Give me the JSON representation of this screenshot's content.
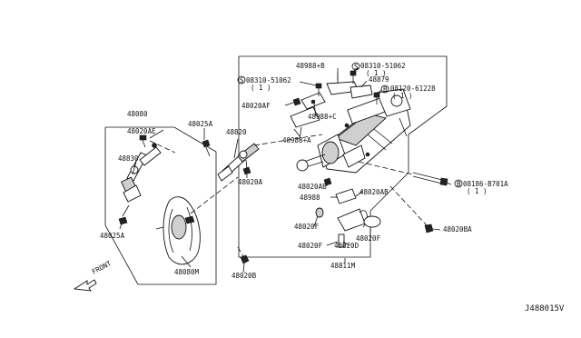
{
  "diagram_id": "J488015V",
  "front_label": "FRONT",
  "labels": {
    "p48080": "48080",
    "p48020AE": "48020AE",
    "p48830": "48830",
    "p48025A_left": "48025A",
    "p48025A_top": "48025A",
    "p48820": "48820",
    "p48020A": "48020A",
    "p48080M": "48080M",
    "p48020B": "48020B",
    "p48988B": "48988+B",
    "p08310_51062_a": "08310-51062",
    "p08310_51062_a_qty": "( 1 )",
    "p08310_51062_b": "08310-51062",
    "p08310_51062_b_qty": "( 1 )",
    "p48879": "48879",
    "p08120_61228": "08120-61228",
    "p08120_61228_qty": "( 1 )",
    "p48020AF": "48020AF",
    "p48988C": "48988+C",
    "p48988A": "48988+A",
    "p48020AB_a": "48020AB",
    "p48020AB_b": "48020AB",
    "p48988": "48988",
    "p48020F_a": "48020F",
    "p48020F_b": "48020F",
    "p48020F_c": "48020F",
    "p48020D": "48020D",
    "p08186_B701A": "08186-B701A",
    "p08186_B701A_qty": "( 1 )",
    "p48020BA": "48020BA",
    "p48811M": "48811M"
  }
}
